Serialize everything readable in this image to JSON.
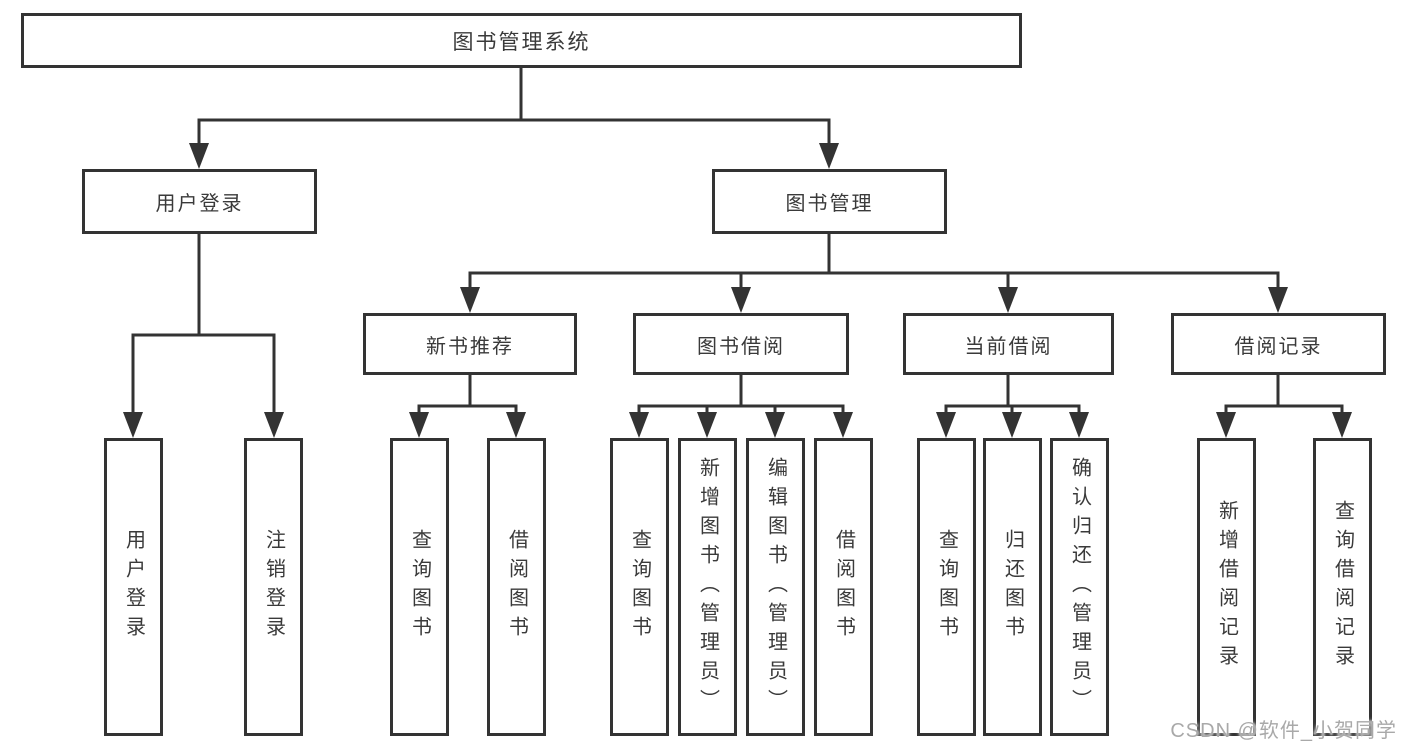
{
  "colors": {
    "line": "#333333",
    "text": "#3a3a3a",
    "background": "#ffffff",
    "watermark": "#a9a9a9"
  },
  "watermark": {
    "text": "CSDN @软件_小贺同学"
  },
  "tree": {
    "root": {
      "label": "图书管理系统"
    },
    "branches": [
      {
        "label": "用户登录",
        "children": [
          {
            "label": "用户登录"
          },
          {
            "label": "注销登录"
          }
        ]
      },
      {
        "label": "图书管理",
        "children": [
          {
            "label": "新书推荐",
            "children": [
              {
                "label": "查询图书"
              },
              {
                "label": "借阅图书"
              }
            ]
          },
          {
            "label": "图书借阅",
            "children": [
              {
                "label": "查询图书"
              },
              {
                "label": "新增图书（管理员）"
              },
              {
                "label": "编辑图书（管理员）"
              },
              {
                "label": "借阅图书"
              }
            ]
          },
          {
            "label": "当前借阅",
            "children": [
              {
                "label": "查询图书"
              },
              {
                "label": "归还图书"
              },
              {
                "label": "确认归还（管理员）"
              }
            ]
          },
          {
            "label": "借阅记录",
            "children": [
              {
                "label": "新增借阅记录"
              },
              {
                "label": "查询借阅记录"
              }
            ]
          }
        ]
      }
    ]
  }
}
